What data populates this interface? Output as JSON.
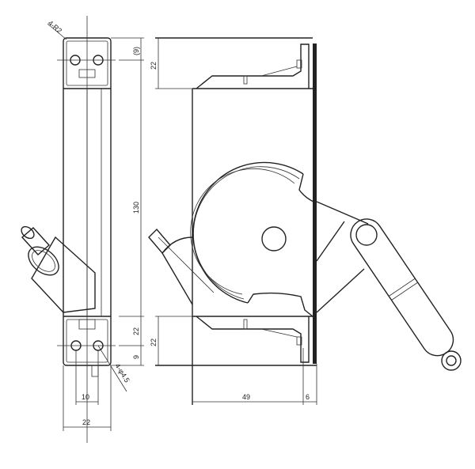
{
  "drawing": {
    "title": "Window operator / roller hinge technical drawing",
    "dimensions": {
      "corner_radius": "4-R2",
      "top_offset": "(9)",
      "overall_height": "130",
      "left_bottom_bracket": "22",
      "bottom_offset": "9",
      "hole_spacing": "10",
      "left_width": "22",
      "hole_callout": "4-φ4.5",
      "right_top_bracket": "22",
      "right_bottom_bracket": "22",
      "body_depth": "49",
      "plate_thickness": "6"
    },
    "colors": {
      "line": "#222222",
      "background": "#ffffff"
    }
  }
}
